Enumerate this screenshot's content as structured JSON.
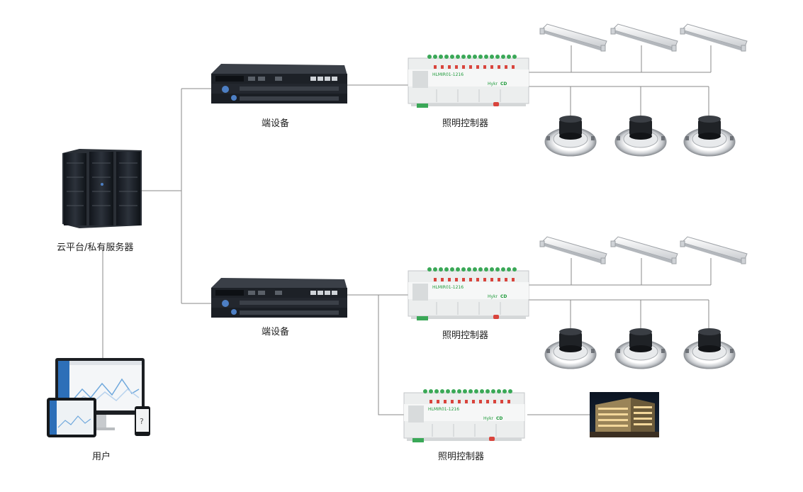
{
  "labels": {
    "server": "云平台/私有服务器",
    "edge_top": "端设备",
    "edge_bottom": "端设备",
    "controller_1": "照明控制器",
    "controller_2": "照明控制器",
    "controller_3": "照明控制器",
    "user": "用户"
  },
  "controller_device": {
    "model": "HLMIR01-1216",
    "brand": "Hykr",
    "brand_mark": "CD"
  },
  "colors": {
    "line": "#8a8a8a",
    "server_body": "#1e2228",
    "controller_body": "#eceeee",
    "relay_red": "#d9443c",
    "terminal_green": "#3aa857",
    "brand_green": "#1e9a3a"
  },
  "icons": {
    "server": "server-rack-icon",
    "edge": "rack-switch-icon",
    "controller": "din-rail-controller-icon",
    "tube_lamp": "fluorescent-tube-icon",
    "downlight": "downlight-icon",
    "building": "building-facade-icon",
    "user_devices": "devices-icon"
  }
}
